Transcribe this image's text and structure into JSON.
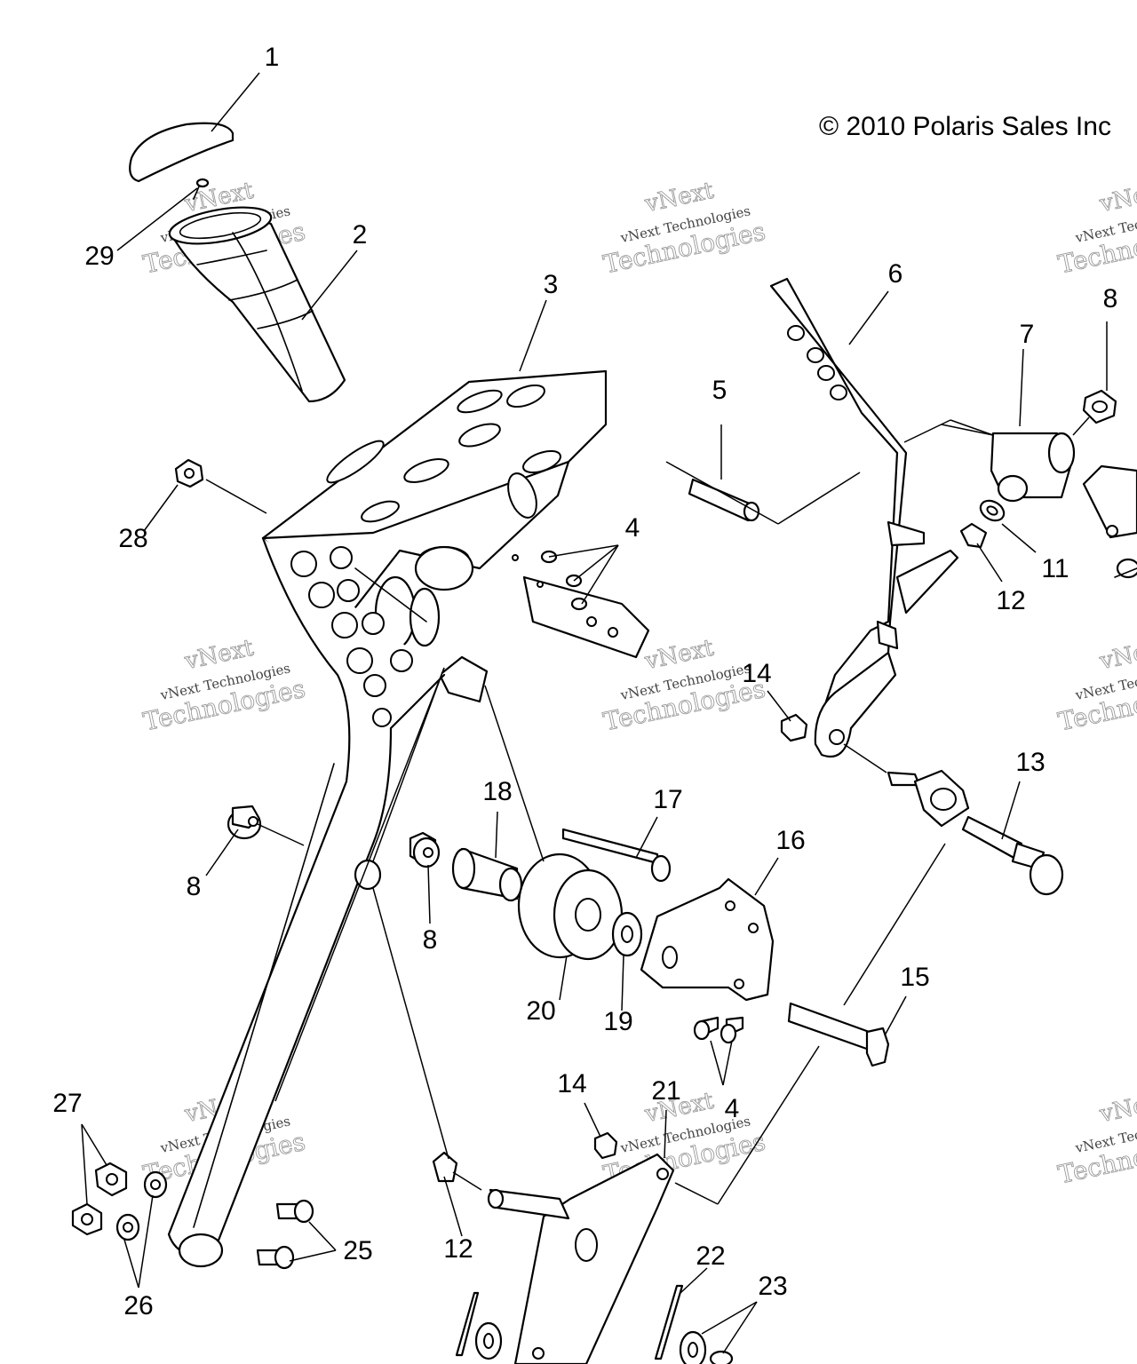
{
  "copyright": "© 2010 Polaris Sales Inc",
  "watermark": {
    "line1": "vNext",
    "line2": "vNext Technologies",
    "line3": "Technologies"
  },
  "callouts": [
    {
      "id": "c1",
      "label": "1"
    },
    {
      "id": "c2",
      "label": "2"
    },
    {
      "id": "c3",
      "label": "3"
    },
    {
      "id": "c4a",
      "label": "4"
    },
    {
      "id": "c4b",
      "label": "4"
    },
    {
      "id": "c5",
      "label": "5"
    },
    {
      "id": "c6",
      "label": "6"
    },
    {
      "id": "c7",
      "label": "7"
    },
    {
      "id": "c8a",
      "label": "8"
    },
    {
      "id": "c8b",
      "label": "8"
    },
    {
      "id": "c8c",
      "label": "8"
    },
    {
      "id": "c11",
      "label": "11"
    },
    {
      "id": "c12a",
      "label": "12"
    },
    {
      "id": "c12b",
      "label": "12"
    },
    {
      "id": "c13",
      "label": "13"
    },
    {
      "id": "c14a",
      "label": "14"
    },
    {
      "id": "c14b",
      "label": "14"
    },
    {
      "id": "c15",
      "label": "15"
    },
    {
      "id": "c16",
      "label": "16"
    },
    {
      "id": "c17",
      "label": "17"
    },
    {
      "id": "c18",
      "label": "18"
    },
    {
      "id": "c19",
      "label": "19"
    },
    {
      "id": "c20",
      "label": "20"
    },
    {
      "id": "c21",
      "label": "21"
    },
    {
      "id": "c22",
      "label": "22"
    },
    {
      "id": "c23",
      "label": "23"
    },
    {
      "id": "c25",
      "label": "25"
    },
    {
      "id": "c26",
      "label": "26"
    },
    {
      "id": "c27",
      "label": "27"
    },
    {
      "id": "c28",
      "label": "28"
    },
    {
      "id": "c29",
      "label": "29"
    }
  ]
}
